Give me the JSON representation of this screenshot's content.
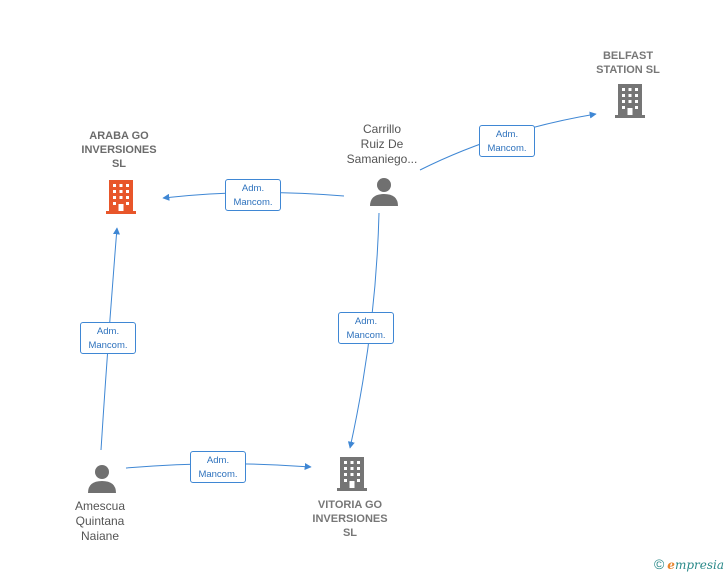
{
  "nodes": {
    "araba": {
      "label_lines": [
        "ARABA GO",
        "INVERSIONES",
        "SL"
      ]
    },
    "belfast": {
      "label_lines": [
        "BELFAST",
        "STATION SL"
      ]
    },
    "vitoria": {
      "label_lines": [
        "VITORIA GO",
        "INVERSIONES",
        "SL"
      ]
    },
    "carrillo": {
      "label_lines": [
        "Carrillo",
        "Ruiz De",
        "Samaniego..."
      ]
    },
    "amescua": {
      "label_lines": [
        "Amescua",
        "Quintana",
        "Naiane"
      ]
    }
  },
  "edges": [
    {
      "id": "carrillo-belfast",
      "from": "carrillo",
      "to": "belfast",
      "label_lines": [
        "Adm.",
        "Mancom."
      ]
    },
    {
      "id": "carrillo-araba",
      "from": "carrillo",
      "to": "araba",
      "label_lines": [
        "Adm.",
        "Mancom."
      ]
    },
    {
      "id": "carrillo-vitoria",
      "from": "carrillo",
      "to": "vitoria",
      "label_lines": [
        "Adm.",
        "Mancom."
      ]
    },
    {
      "id": "amescua-araba",
      "from": "amescua",
      "to": "araba",
      "label_lines": [
        "Adm.",
        "Mancom."
      ]
    },
    {
      "id": "amescua-vitoria",
      "from": "amescua",
      "to": "vitoria",
      "label_lines": [
        "Adm.",
        "Mancom."
      ]
    }
  ],
  "colors": {
    "edge": "#3f87d4",
    "focus_company": "#e8562a",
    "company": "#757575",
    "person": "#707070"
  },
  "footer": {
    "copyright": "©",
    "brand_initial": "e",
    "brand_rest": "mpresia"
  }
}
